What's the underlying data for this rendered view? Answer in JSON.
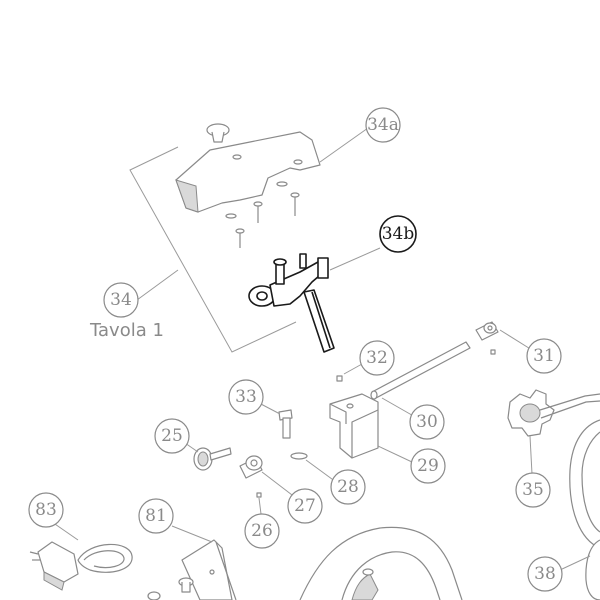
{
  "table_label": "Tavola 1",
  "callouts": {
    "c34a": "34a",
    "c34b": "34b",
    "c34": "34",
    "c31": "31",
    "c32": "32",
    "c30": "30",
    "c33": "33",
    "c25": "25",
    "c29": "29",
    "c28": "28",
    "c27": "27",
    "c35": "35",
    "c26": "26",
    "c83": "83",
    "c81": "81",
    "c38": "38"
  }
}
